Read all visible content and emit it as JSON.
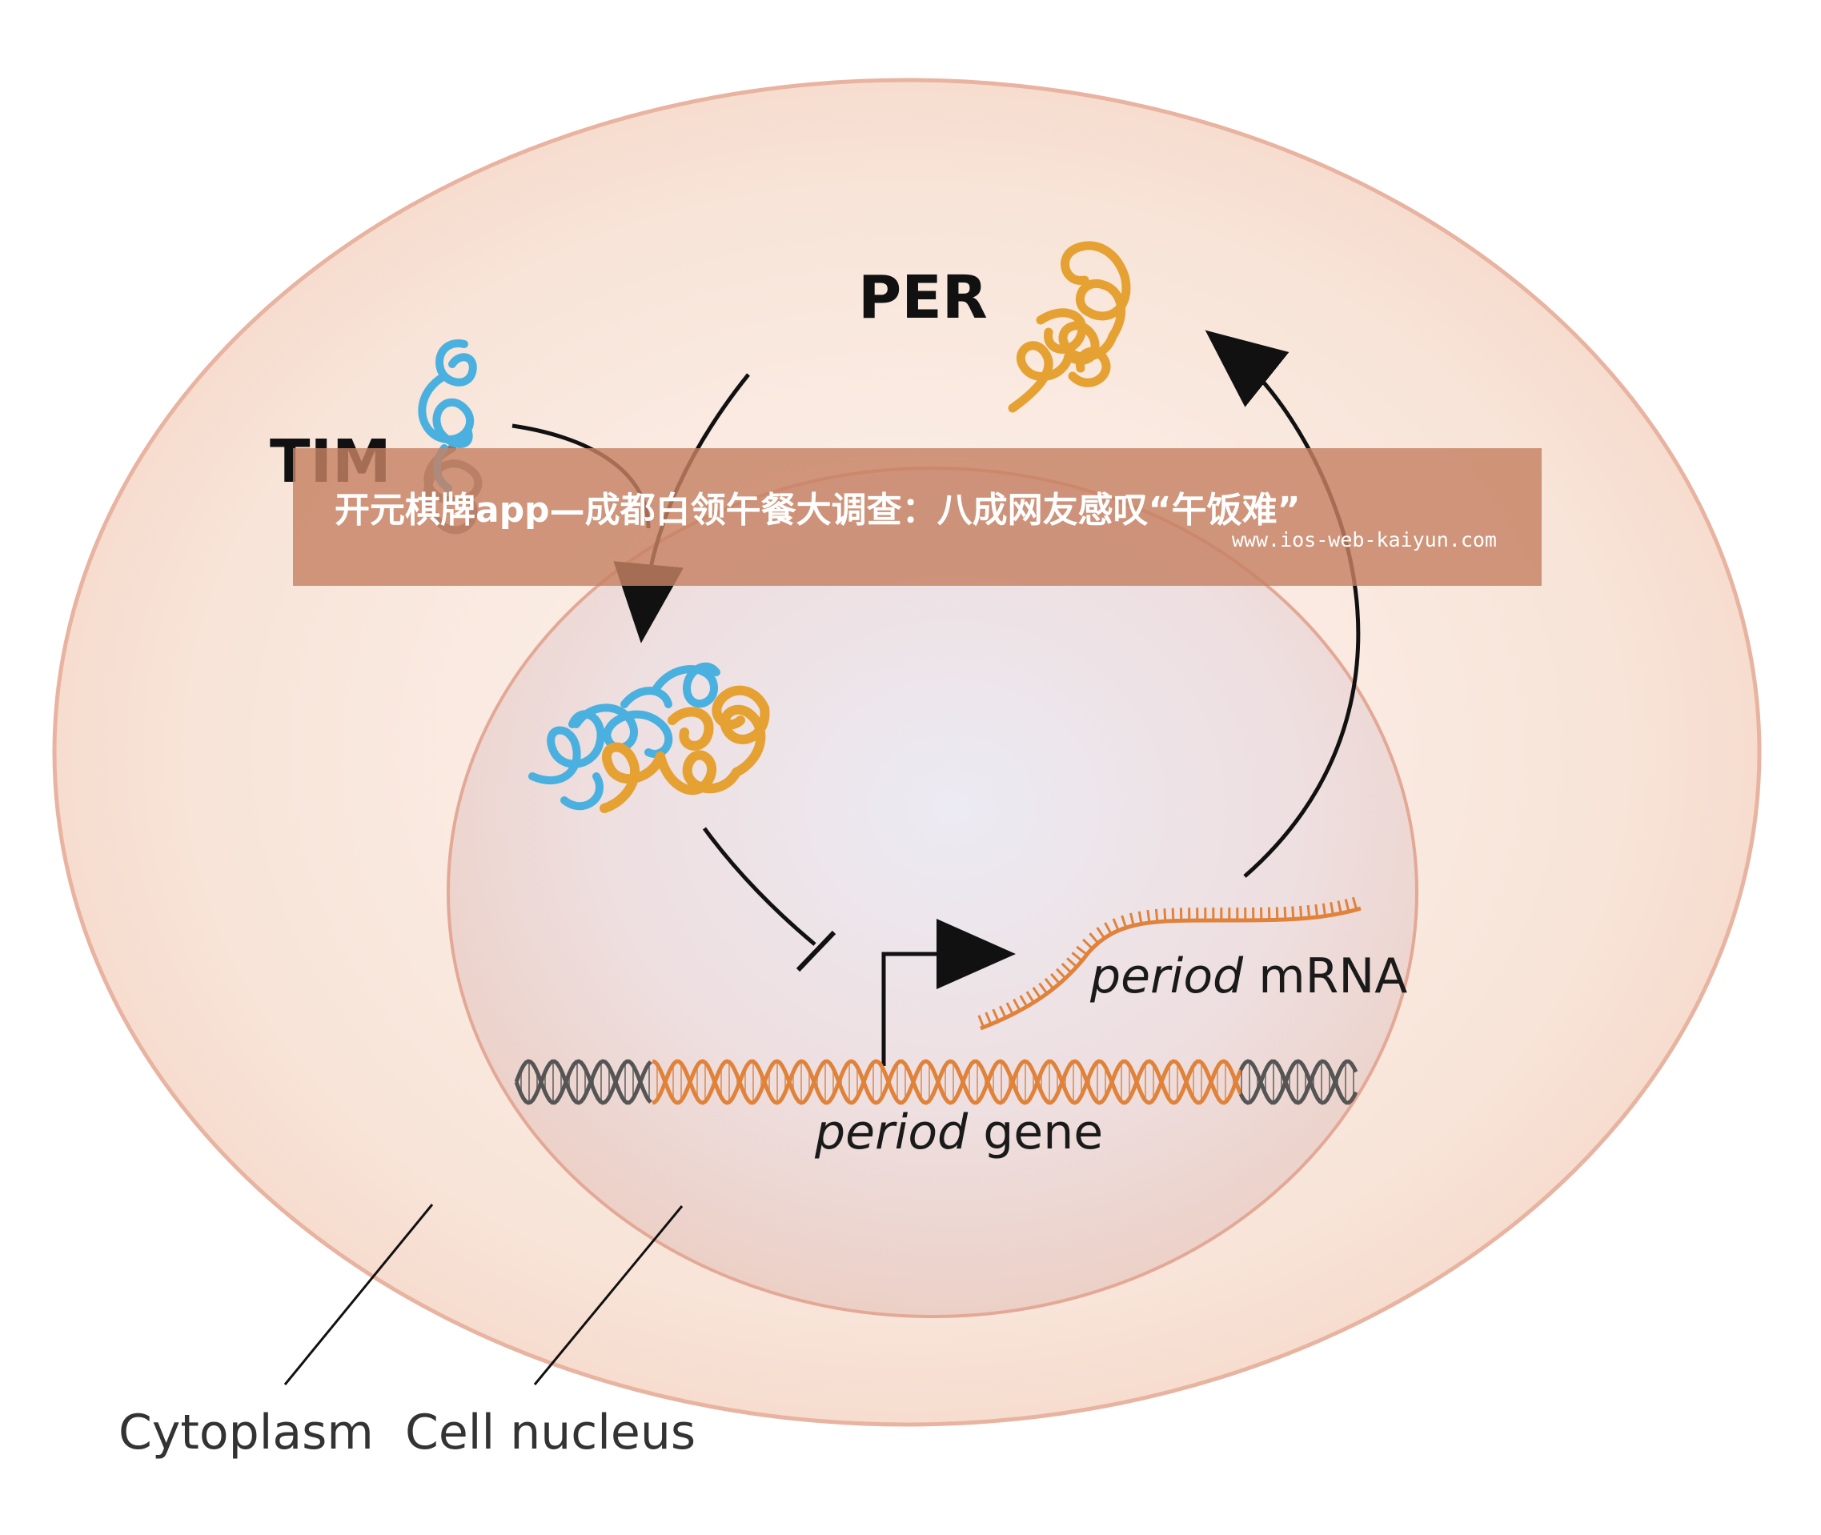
{
  "labels": {
    "per": "PER",
    "tim": "TIM",
    "mrna_italic": "period",
    "mrna_rest": " mRNA",
    "gene_italic": "period",
    "gene_rest": " gene",
    "cytoplasm": "Cytoplasm",
    "nucleus": "Cell nucleus"
  },
  "banner": {
    "title": "开元棋牌app—成都白领午餐大调查：八成网友感叹“午饭难”",
    "url": "www.ios-web-kaiyun.com"
  },
  "colors": {
    "cell_fill": "#f9e3d6",
    "cell_stroke": "#e8b3a0",
    "nucleus_fill": "#eedcdc",
    "nucleus_stroke": "#e3a896",
    "per_protein": "#e6a133",
    "tim_protein": "#4ab0e0",
    "gene_accent": "#e0823a",
    "gene_grey": "#555555",
    "banner": "#c68163"
  },
  "icons": {
    "per": "per-protein-icon",
    "tim": "tim-protein-icon",
    "complex": "per-tim-complex-icon",
    "mrna": "mrna-strand-icon",
    "dna": "dna-helix-icon"
  }
}
